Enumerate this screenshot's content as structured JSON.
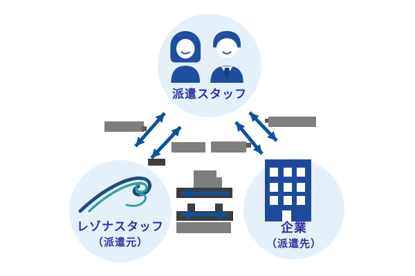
{
  "nodes": {
    "staff": {
      "label": "派遣スタッフ"
    },
    "agency": {
      "label": "レゾナスタッフ",
      "sublabel": "（派遣元）"
    },
    "company": {
      "label": "企業",
      "sublabel": "（派遣先）"
    }
  },
  "edges": {
    "staff_agency": {
      "arrows": 2,
      "style": "double-headed-diagonal"
    },
    "staff_company": {
      "arrows": 2,
      "style": "double-headed-diagonal"
    },
    "agency_company": {
      "arrows": 2,
      "style": "one single-head pointing left, one double-headed horizontal"
    }
  },
  "redactions": {
    "note": "several label texts are obscured by solid gray/charcoal bars"
  },
  "colors": {
    "background": "#ffffff",
    "node_bg": "#e4f1fb",
    "icon_blue": "#1d4f9e",
    "icon_blue_dark": "#16407f",
    "label_navy": "#2d2f9e",
    "arrow_blue": "#10519e",
    "redacted_gray": "#7e7e7e",
    "redacted_dark": "#3d3d3d",
    "logo_navy": "#1a4e7d",
    "logo_teal": "#2f9e9d"
  }
}
